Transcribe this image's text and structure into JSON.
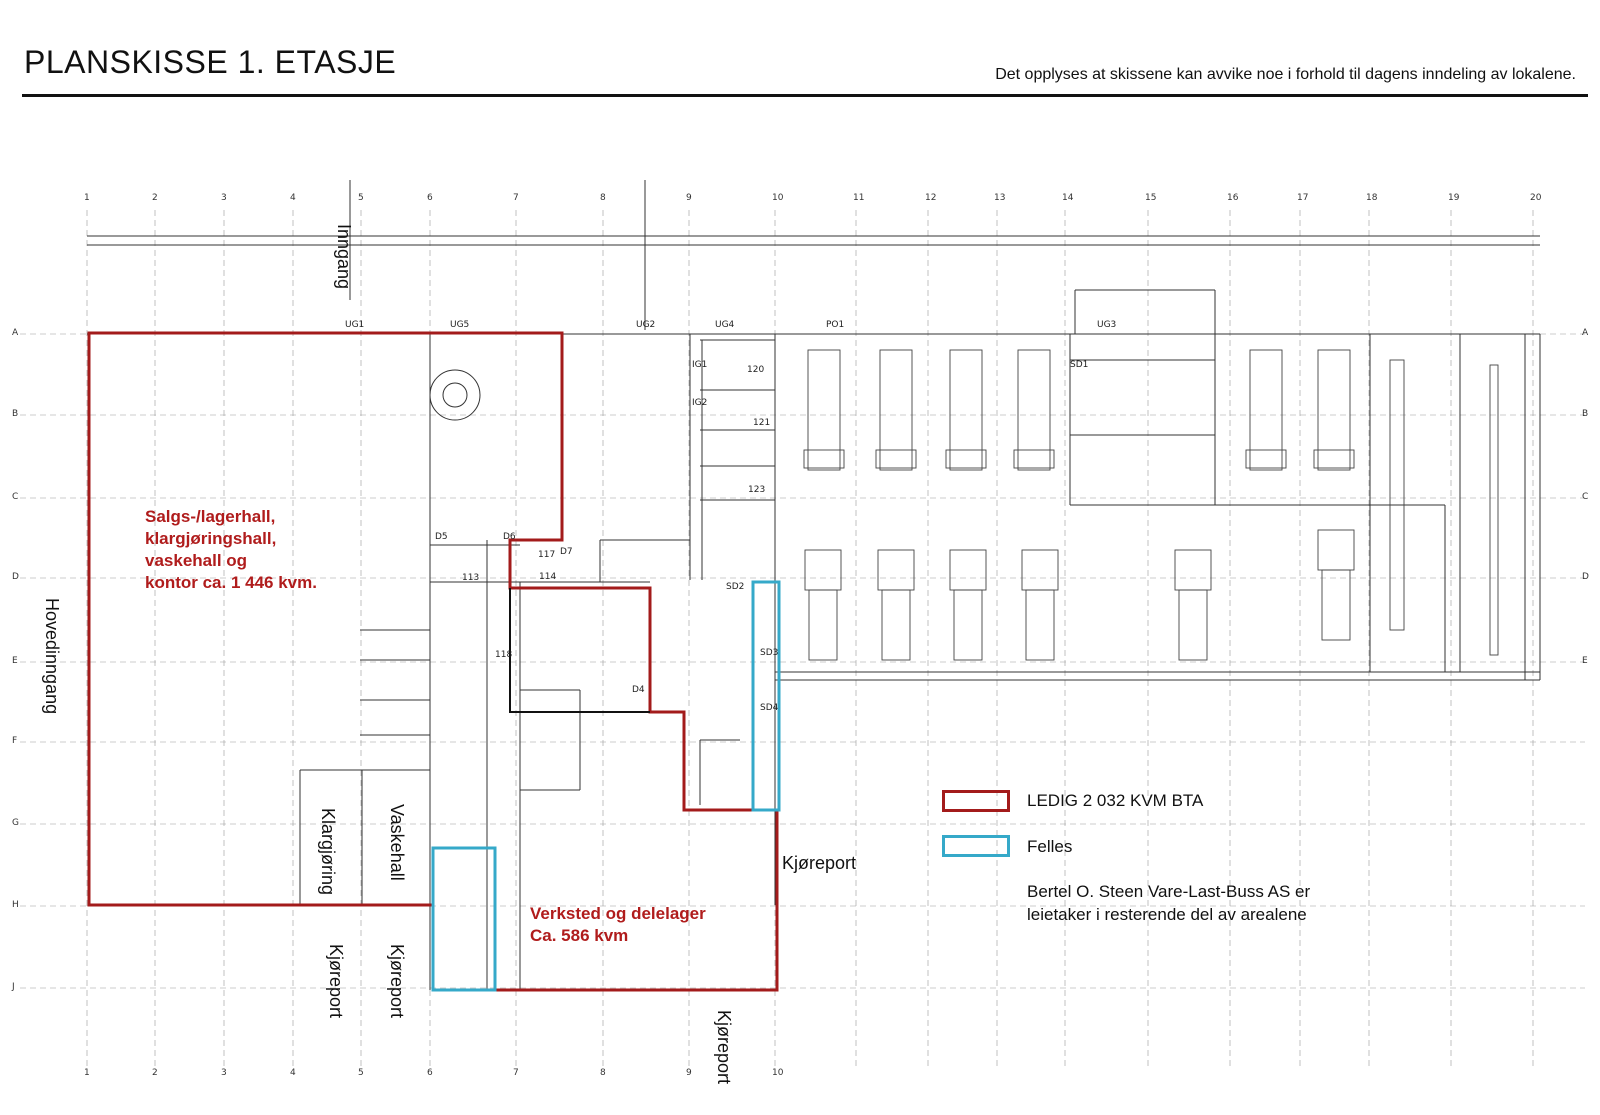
{
  "header": {
    "title": "PLANSKISSE 1. ETASJE",
    "note": "Det opplyses at skissene kan avvike noe i forhold til dagens inndeling av lokalene."
  },
  "colors": {
    "red": "#a31b1b",
    "cyan": "#35a9c9",
    "ink": "#222222",
    "grid": "#9a9a9a"
  },
  "areas": {
    "main": {
      "lines": [
        "Salgs-/lagerhall,",
        "klargjøringshall,",
        "vaskehall og",
        "kontor ca. 1 446 kvm."
      ]
    },
    "workshop": {
      "lines": [
        "Verksted og delelager",
        "Ca. 586 kvm"
      ]
    }
  },
  "labels": {
    "inngang": "Inngang",
    "hovedinngang": "Hovedinngang",
    "klargjoring": "Klargjøring",
    "vaskehall": "Vaskehall",
    "kjoreport": "Kjøreport"
  },
  "legend": {
    "ledig": "LEDIG 2 032 KVM BTA",
    "felles": "Felles",
    "note_lines": [
      "Bertel O. Steen Vare-Last-Buss AS er",
      "leietaker i resterende del av arealene"
    ]
  },
  "grid": {
    "columns": [
      "1",
      "2",
      "3",
      "4",
      "5",
      "6",
      "7",
      "8",
      "9",
      "10",
      "11",
      "12",
      "13",
      "14",
      "15",
      "16",
      "17",
      "18",
      "19",
      "20"
    ],
    "rows": [
      "A",
      "B",
      "C",
      "D",
      "E",
      "F",
      "G",
      "H",
      "J"
    ]
  },
  "rooms": [
    "UG1",
    "UG5",
    "UG2",
    "UG4",
    "UG3",
    "PO1",
    "IG1",
    "IG2",
    "120",
    "121",
    "123",
    "SD1",
    "SD2",
    "SD3",
    "SD4",
    "D4",
    "D5",
    "D6",
    "D7",
    "118",
    "117",
    "114",
    "113"
  ]
}
